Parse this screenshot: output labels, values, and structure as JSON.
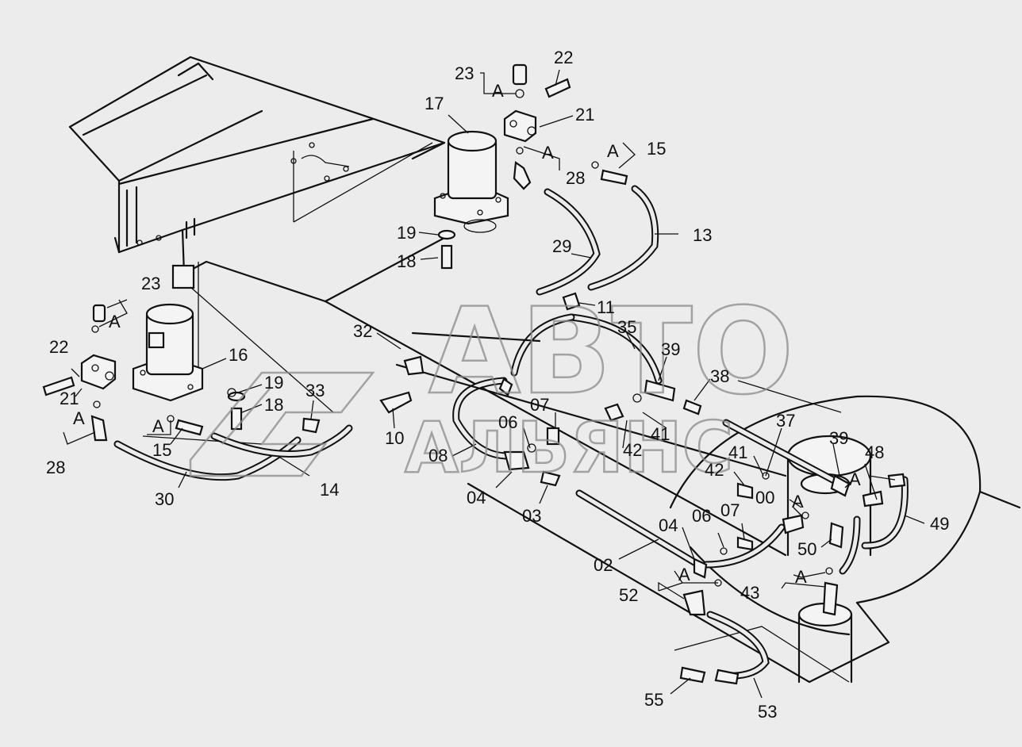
{
  "watermark": {
    "line1": "АВТО",
    "line2": "АЛЬЯНС"
  },
  "diagram": {
    "callouts": [
      {
        "id": "c23a",
        "text": "23"
      },
      {
        "id": "c22a",
        "text": "22"
      },
      {
        "id": "c17",
        "text": "17"
      },
      {
        "id": "c21a",
        "text": "21"
      },
      {
        "id": "cAa",
        "text": "A"
      },
      {
        "id": "cAb",
        "text": "A"
      },
      {
        "id": "cAc",
        "text": "A"
      },
      {
        "id": "c15a",
        "text": "15"
      },
      {
        "id": "c28a",
        "text": "28"
      },
      {
        "id": "c13",
        "text": "13"
      },
      {
        "id": "c19a",
        "text": "19"
      },
      {
        "id": "c29",
        "text": "29"
      },
      {
        "id": "c18a",
        "text": "18"
      },
      {
        "id": "c11",
        "text": "11"
      },
      {
        "id": "c23b",
        "text": "23"
      },
      {
        "id": "cAd",
        "text": "A"
      },
      {
        "id": "c32",
        "text": "32"
      },
      {
        "id": "c35",
        "text": "35"
      },
      {
        "id": "c22b",
        "text": "22"
      },
      {
        "id": "c16",
        "text": "16"
      },
      {
        "id": "c39a",
        "text": "39"
      },
      {
        "id": "c19b",
        "text": "19"
      },
      {
        "id": "c38",
        "text": "38"
      },
      {
        "id": "c21b",
        "text": "21"
      },
      {
        "id": "c33",
        "text": "33"
      },
      {
        "id": "c18b",
        "text": "18"
      },
      {
        "id": "cAe",
        "text": "A"
      },
      {
        "id": "cAf",
        "text": "A"
      },
      {
        "id": "c15b",
        "text": "15"
      },
      {
        "id": "c10",
        "text": "10"
      },
      {
        "id": "c07a",
        "text": "07"
      },
      {
        "id": "c06a",
        "text": "06"
      },
      {
        "id": "c41a",
        "text": "41"
      },
      {
        "id": "c37",
        "text": "37"
      },
      {
        "id": "c08",
        "text": "08"
      },
      {
        "id": "c42a",
        "text": "42"
      },
      {
        "id": "c39b",
        "text": "39"
      },
      {
        "id": "c28b",
        "text": "28"
      },
      {
        "id": "c41b",
        "text": "41"
      },
      {
        "id": "c48",
        "text": "48"
      },
      {
        "id": "c42b",
        "text": "42"
      },
      {
        "id": "cAg",
        "text": "A"
      },
      {
        "id": "c30",
        "text": "30"
      },
      {
        "id": "c14",
        "text": "14"
      },
      {
        "id": "c04a",
        "text": "04"
      },
      {
        "id": "c00",
        "text": "00"
      },
      {
        "id": "cAh",
        "text": "A"
      },
      {
        "id": "c03",
        "text": "03"
      },
      {
        "id": "c07b",
        "text": "07"
      },
      {
        "id": "c04b",
        "text": "04"
      },
      {
        "id": "c06b",
        "text": "06"
      },
      {
        "id": "c49",
        "text": "49"
      },
      {
        "id": "c50",
        "text": "50"
      },
      {
        "id": "c02",
        "text": "02"
      },
      {
        "id": "cAi",
        "text": "A"
      },
      {
        "id": "cAj",
        "text": "A"
      },
      {
        "id": "c52",
        "text": "52"
      },
      {
        "id": "c43",
        "text": "43"
      },
      {
        "id": "c55",
        "text": "55"
      },
      {
        "id": "c53",
        "text": "53"
      }
    ]
  }
}
